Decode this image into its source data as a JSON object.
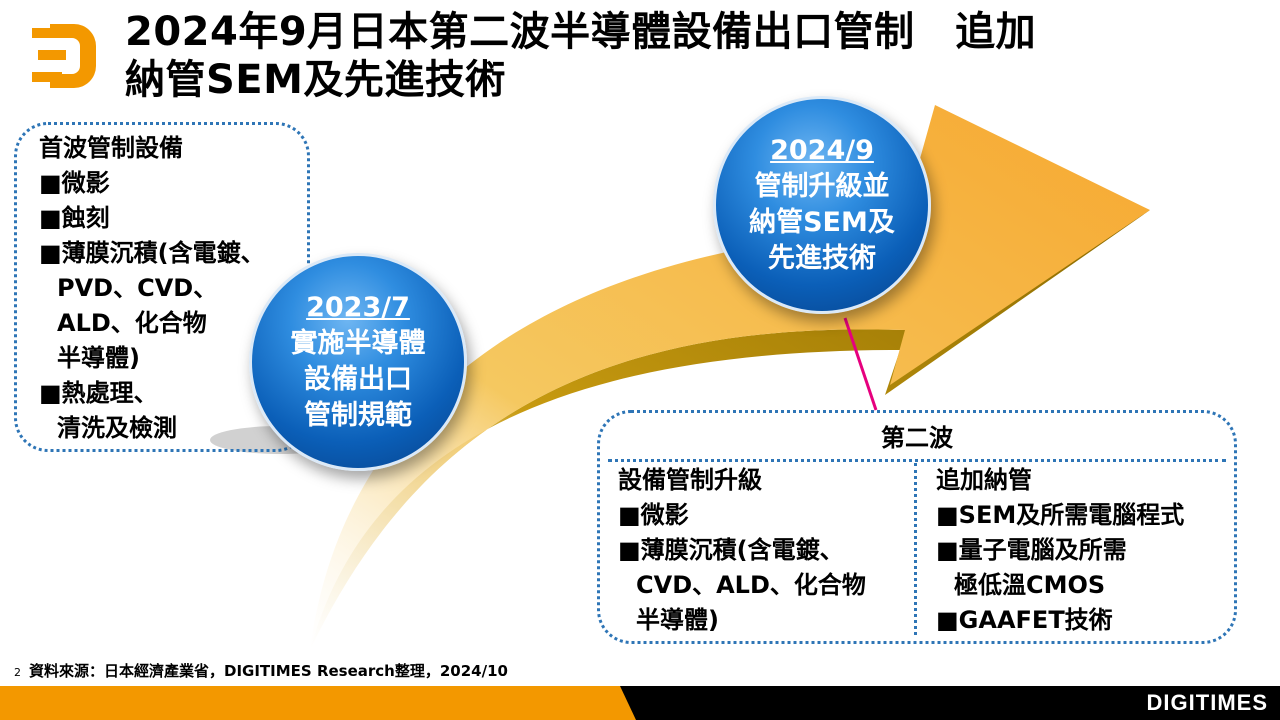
{
  "title": {
    "line1": "2024年9月日本第二波半導體設備出口管制　追加",
    "line2": "納管SEM及先進技術"
  },
  "first_wave": {
    "heading": "首波管制設備",
    "items": [
      "■微影",
      "■蝕刻",
      "■薄膜沉積(含電鍍、",
      "PVD、CVD、",
      "ALD、化合物",
      "半導體)",
      "■熱處理、",
      "清洗及檢測"
    ]
  },
  "milestone1": {
    "date": "2023/7",
    "lines": [
      "實施半導體",
      "設備出口",
      "管制規範"
    ]
  },
  "milestone2": {
    "date": "2024/9",
    "lines": [
      "管制升級並",
      "納管SEM及",
      "先進技術"
    ]
  },
  "second_wave": {
    "heading": "第二波",
    "col1": {
      "heading": "設備管制升級",
      "items": [
        "■微影",
        "■薄膜沉積(含電鍍、",
        "CVD、ALD、化合物",
        "半導體)"
      ]
    },
    "col2": {
      "heading": "追加納管",
      "items": [
        "■SEM及所需電腦程式",
        "■量子電腦及所需",
        "極低溫CMOS",
        "■GAAFET技術"
      ]
    }
  },
  "footer": {
    "page": "2",
    "source": "資料來源：日本經濟產業省，DIGITIMES Research整理，2024/10",
    "brand": "DIGITIMES"
  },
  "colors": {
    "accent": "#f39800",
    "blue": "#0b5fb8",
    "border": "#2e75b6",
    "pointer": "#e6007e"
  }
}
